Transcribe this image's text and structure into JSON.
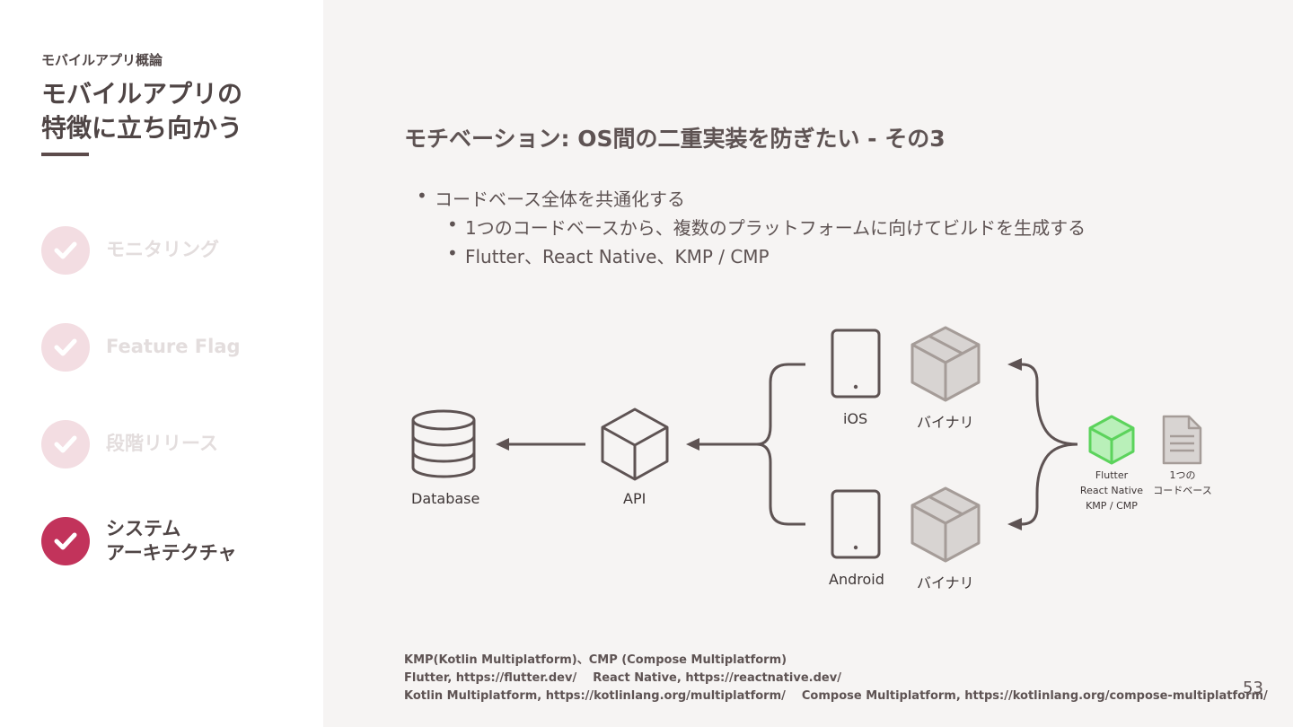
{
  "sidebar": {
    "course": "モバイルアプリ概論",
    "chapter_line1": "モバイルアプリの",
    "chapter_line2": "特徴に立ち向かう",
    "steps": [
      {
        "label": "モニタリング"
      },
      {
        "label": "Feature Flag"
      },
      {
        "label": "段階リリース"
      },
      {
        "label_line1": "システム",
        "label_line2": "アーキテクチャ"
      }
    ],
    "active_color": "#c2335b",
    "inactive_color": "#f3dde2"
  },
  "main": {
    "title": "モチベーション: OS間の二重実装を防ぎたい - その3",
    "bullets": [
      "コードベース全体を共通化する",
      "1つのコードベースから、複数のプラットフォームに向けてビルドを生成する",
      "Flutter、React Native、KMP / CMP"
    ]
  },
  "diagram": {
    "database": "Database",
    "api": "API",
    "ios": "iOS",
    "android": "Android",
    "binary_top": "バイナリ",
    "binary_bottom": "バイナリ",
    "fw_line1": "Flutter",
    "fw_line2": "React Native",
    "fw_line3": "KMP / CMP",
    "codebase_line1": "1つの",
    "codebase_line2": "コードベース",
    "highlight_color": "#7be07b"
  },
  "references": {
    "line1": "KMP(Kotlin Multiplatform)、CMP (Compose Multiplatform)",
    "flutter": "Flutter, https://flutter.dev/",
    "react": "React Native, https://reactnative.dev/",
    "kotlin": "Kotlin Multiplatform, https://kotlinlang.org/multiplatform/",
    "compose": "Compose Multiplatform, https://kotlinlang.org/compose-multiplatform/"
  },
  "page_number": "53"
}
